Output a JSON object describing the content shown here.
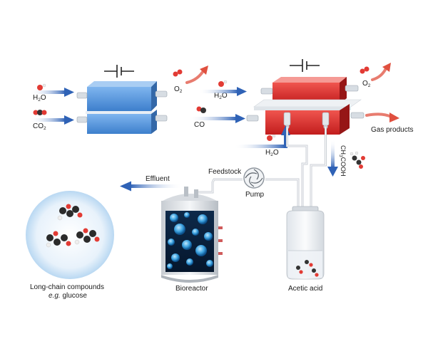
{
  "labels": {
    "h2o": "H2O",
    "co2": "CO2",
    "o2": "O2",
    "co": "CO",
    "gas_products": "Gas products",
    "acetic_formula": "CH3COOH",
    "effluent": "Effluent",
    "feedstock": "Feedstock",
    "pump": "Pump",
    "bioreactor": "Bioreactor",
    "acetic_acid": "Acetic acid",
    "long_chain_line1": "Long-chain compounds",
    "long_chain_eg": "e.g.",
    "long_chain_glucose": " glucose"
  },
  "formula": {
    "h": "H",
    "two": "2",
    "o": "O",
    "c": "CO",
    "ch": "CH",
    "three": "3",
    "cooh": "COOH"
  },
  "colors": {
    "blue_cell": "#4a90d9",
    "red_cell": "#d92b2b",
    "arrow_blue": "#3b6fc0",
    "arrow_red": "#e05a4a"
  }
}
